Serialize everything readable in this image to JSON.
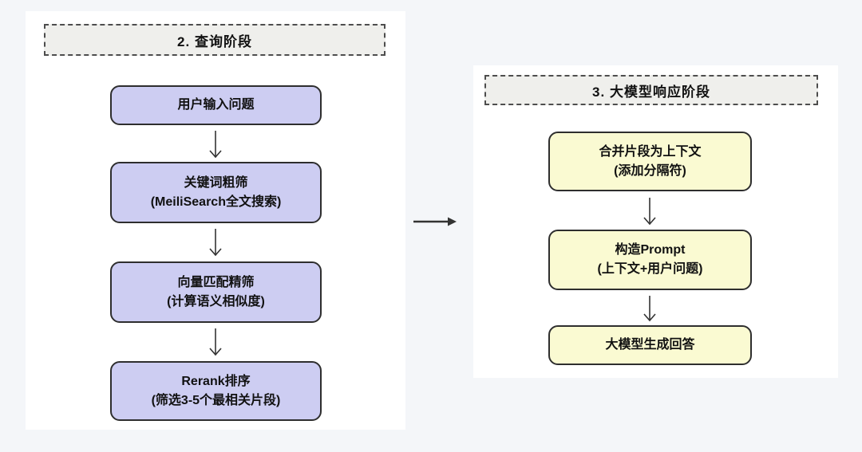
{
  "colors": {
    "page_bg": "#f4f6f9",
    "panel_bg": "#ffffff",
    "header_bg": "#efefec",
    "header_border": "#4d4d4d",
    "node_border": "#2e2e2e",
    "purple_node_bg": "#cdcdf2",
    "yellow_node_bg": "#fafad2",
    "arrow": "#333333",
    "text": "#111111"
  },
  "left_panel": {
    "header": "2. 查询阶段",
    "nodes": [
      {
        "line1": "用户输入问题",
        "line2": ""
      },
      {
        "line1": "关键词粗筛",
        "line2": "(MeiliSearch全文搜索)"
      },
      {
        "line1": "向量匹配精筛",
        "line2": "(计算语义相似度)"
      },
      {
        "line1": "Rerank排序",
        "line2": "(筛选3-5个最相关片段)"
      }
    ]
  },
  "right_panel": {
    "header": "3. 大模型响应阶段",
    "nodes": [
      {
        "line1": "合并片段为上下文",
        "line2": "(添加分隔符)"
      },
      {
        "line1": "构造Prompt",
        "line2": "(上下文+用户问题)"
      },
      {
        "line1": "大模型生成回答",
        "line2": ""
      }
    ]
  }
}
